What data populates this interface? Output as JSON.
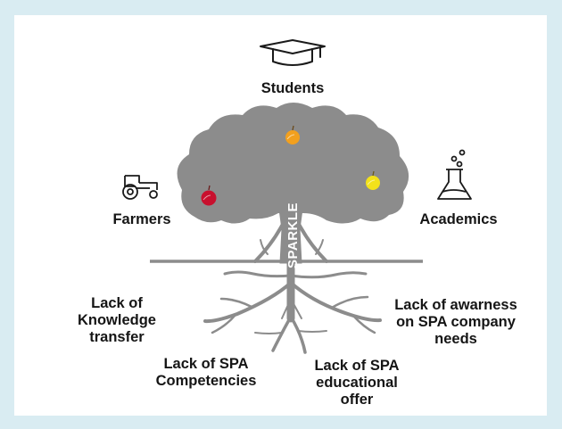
{
  "stakeholders": {
    "students": "Students",
    "farmers": "Farmers",
    "academics": "Academics"
  },
  "trunk_label": "SPARKLE",
  "barriers": {
    "knowledge_transfer": "Lack of\nKnowledge\ntransfer",
    "spa_competencies": "Lack of SPA\nCompetencies",
    "awareness": "Lack of awarness\non SPA company\nneeds",
    "educational_offer": "Lack of SPA\neducational\noffer"
  },
  "icons": {
    "students": "graduation-cap-icon",
    "farmers": "tractor-icon",
    "academics": "flask-icon"
  },
  "colors": {
    "background": "#d9ecf2",
    "tree": "#8c8c8c",
    "fruit_red": "#c8102e",
    "fruit_orange": "#f2a01e",
    "fruit_yellow": "#f3e21a",
    "text": "#151515"
  }
}
